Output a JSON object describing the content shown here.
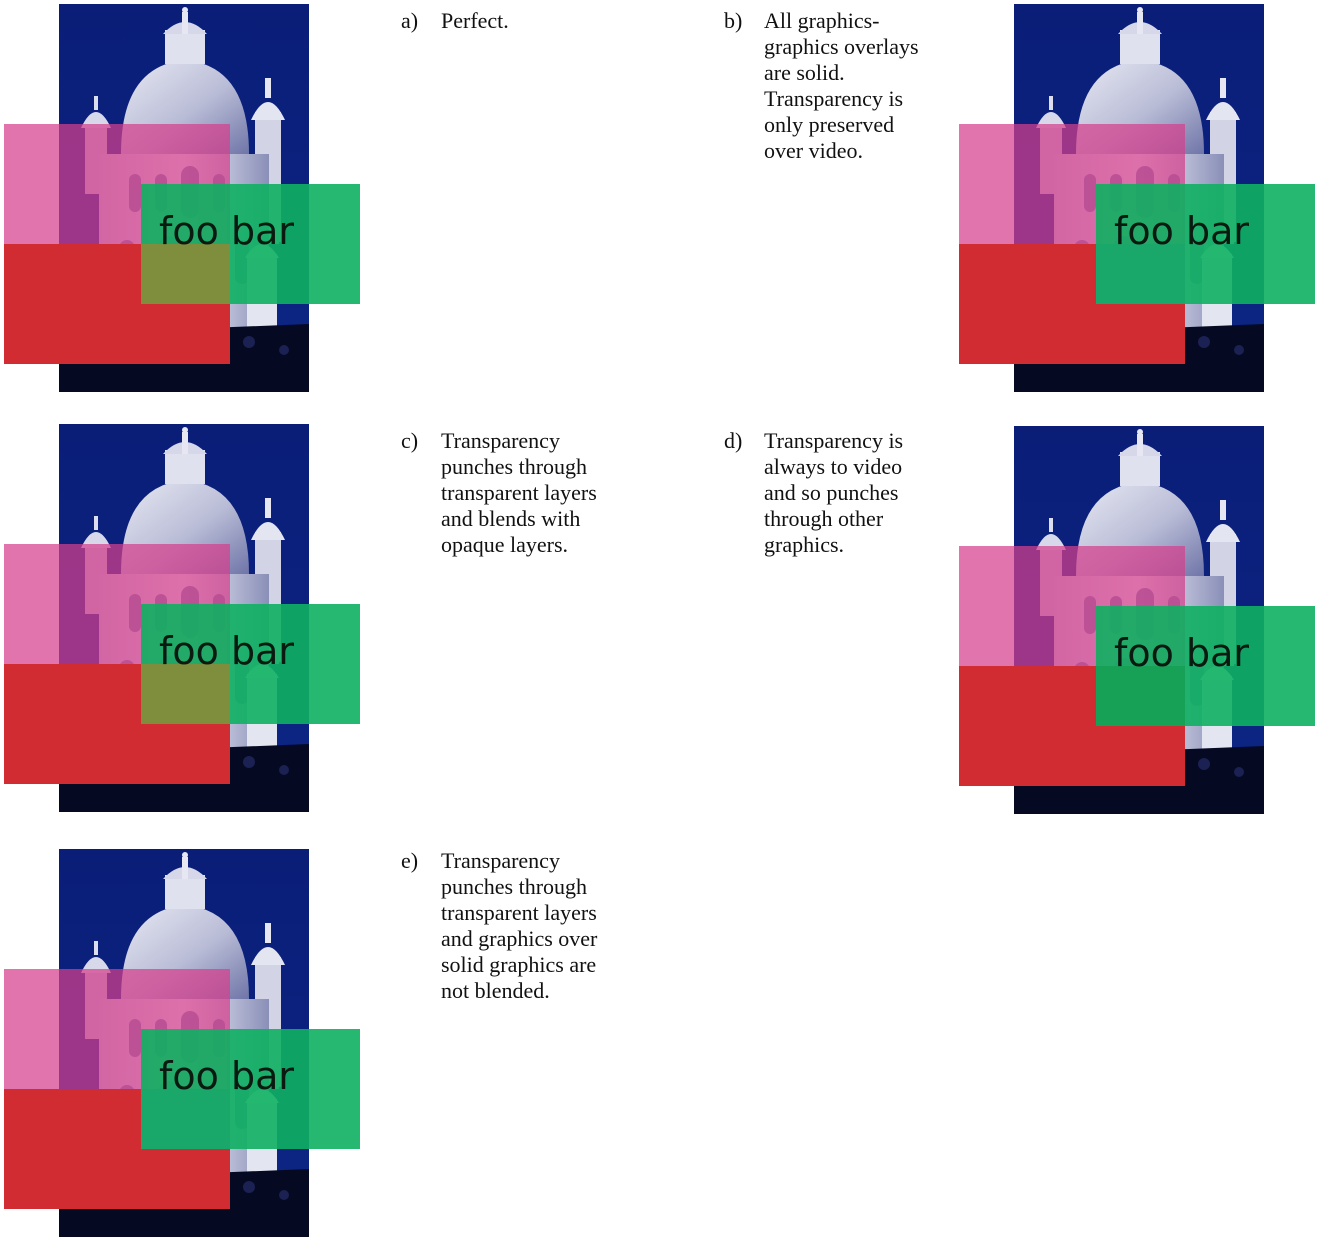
{
  "overlay_text": "foo bar",
  "colors": {
    "sky": "#0c1f76",
    "pink": "#d65a9a",
    "red": "#d02c32",
    "green": "#1ab26a",
    "olive": "#7e8e3c"
  },
  "panels": [
    {
      "label": "a)",
      "caption": "Perfect."
    },
    {
      "label": "b)",
      "caption": "All graphics-\ngraphics overlays\nare solid.\nTransparency is\nonly preserved\nover video."
    },
    {
      "label": "c)",
      "caption": "Transparency\npunches through\ntransparent layers\nand blends with\nopaque layers."
    },
    {
      "label": "d)",
      "caption": "Transparency is\nalways to video\nand so punches\nthrough other\ngraphics."
    },
    {
      "label": "e)",
      "caption": "Transparency\npunches through\ntransparent layers\nand graphics over\nsolid graphics are\nnot blended."
    }
  ]
}
